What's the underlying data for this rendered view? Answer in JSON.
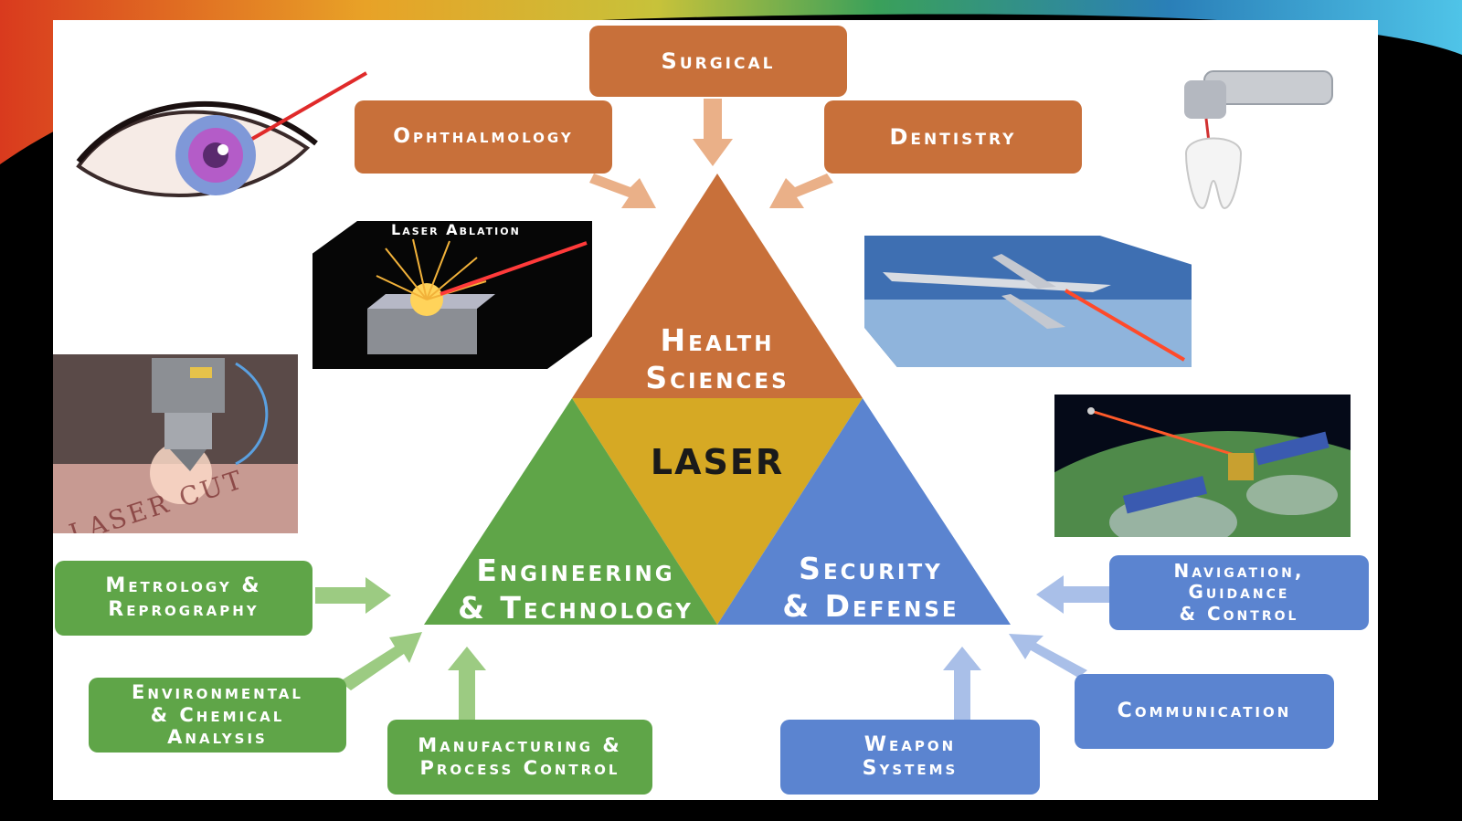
{
  "triangle": {
    "top_label": "Health\nSciences",
    "center_label": "LASER",
    "left_label": "Engineering\n& Technology",
    "right_label": "Security\n& Defense"
  },
  "health": {
    "surgical": "Surgical",
    "ophthalmology": "Ophthalmology",
    "dentistry": "Dentistry"
  },
  "engineering": {
    "metrology": "Metrology &\nReprography",
    "environmental": "Environmental\n& Chemical\nAnalysis",
    "manufacturing": "Manufacturing &\nProcess Control"
  },
  "defense": {
    "navigation": "Navigation,\nGuidance\n& Control",
    "communication": "Communication",
    "weapon": "Weapon\nSystems"
  },
  "images": {
    "ablation_caption": "Laser Ablation",
    "cutting_caption": "LASER CUT"
  },
  "colors": {
    "orange": "#c8703a",
    "green": "#5fa548",
    "blue": "#5b84d0",
    "yellow": "#d6a924"
  },
  "icons": [
    "eye-laser-icon",
    "dental-drill-icon",
    "laser-ablation-icon",
    "drone-icon",
    "laser-cutter-icon",
    "satellite-earth-icon"
  ]
}
